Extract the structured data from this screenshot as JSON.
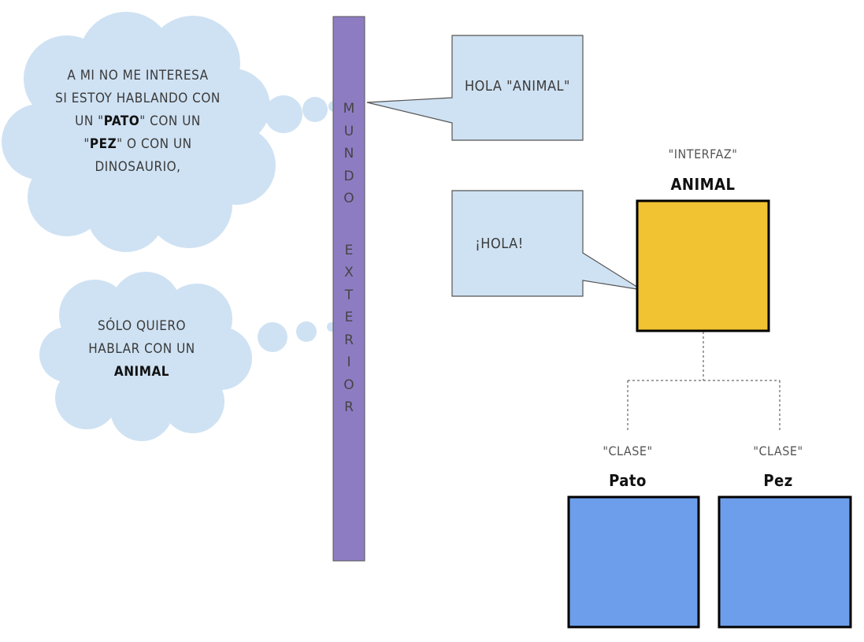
{
  "colors": {
    "wall": "#8e7cc3",
    "cloud": "#cfe2f3",
    "bubble": "#cfe2f3",
    "interface": "#f1c232",
    "class_box": "#6d9eeb",
    "outline": "#000000"
  },
  "wall": {
    "word1": "MUNDO",
    "word2": "EXTERIOR"
  },
  "cloud_top": {
    "line1": "A mi no me interesa",
    "line2": "si estoy hablando con",
    "line3_pre": "un \"",
    "line3_bold": "pato",
    "line3_post": "\" con un",
    "line4_pre": "\"",
    "line4_bold": "pez",
    "line4_post": "\" o con un",
    "line5": "dinosaurio,"
  },
  "cloud_bottom": {
    "line1": "sólo quiero",
    "line2": "hablar con un",
    "line3_bold": "ANIMAL"
  },
  "bubble_top": {
    "text": "Hola \"animal\""
  },
  "bubble_bottom": {
    "text": "¡Hola!"
  },
  "interface_box": {
    "stereotype": "\"interfaz\"",
    "name": "ANIMAL"
  },
  "class_left": {
    "stereotype": "\"clase\"",
    "name": "Pato"
  },
  "class_right": {
    "stereotype": "\"clase\"",
    "name": "Pez"
  }
}
